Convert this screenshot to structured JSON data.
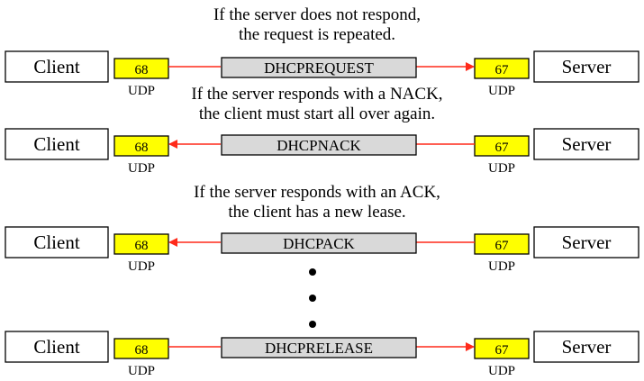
{
  "colors": {
    "port_fill": "#ffff00",
    "message_fill": "#d9d9d9",
    "arrow": "#ff2a1a",
    "stroke": "#000000",
    "background": "#ffffff"
  },
  "labels": {
    "client": "Client",
    "server": "Server",
    "client_port": "68",
    "server_port": "67",
    "protocol": "UDP"
  },
  "rows": [
    {
      "message": "DHCPREQUEST",
      "direction": "client-to-server",
      "note_lines": [
        "If the server does not respond,",
        "the request is repeated."
      ]
    },
    {
      "message": "DHCPNACK",
      "direction": "server-to-client",
      "note_lines": [
        "If the server responds with a NACK,",
        "the client must start all over again."
      ]
    },
    {
      "message": "DHCPACK",
      "direction": "server-to-client",
      "note_lines": [
        "If the server responds with an ACK,",
        "the client has a new lease."
      ]
    },
    {
      "message": "DHCPRELEASE",
      "direction": "client-to-server",
      "note_lines": []
    }
  ]
}
